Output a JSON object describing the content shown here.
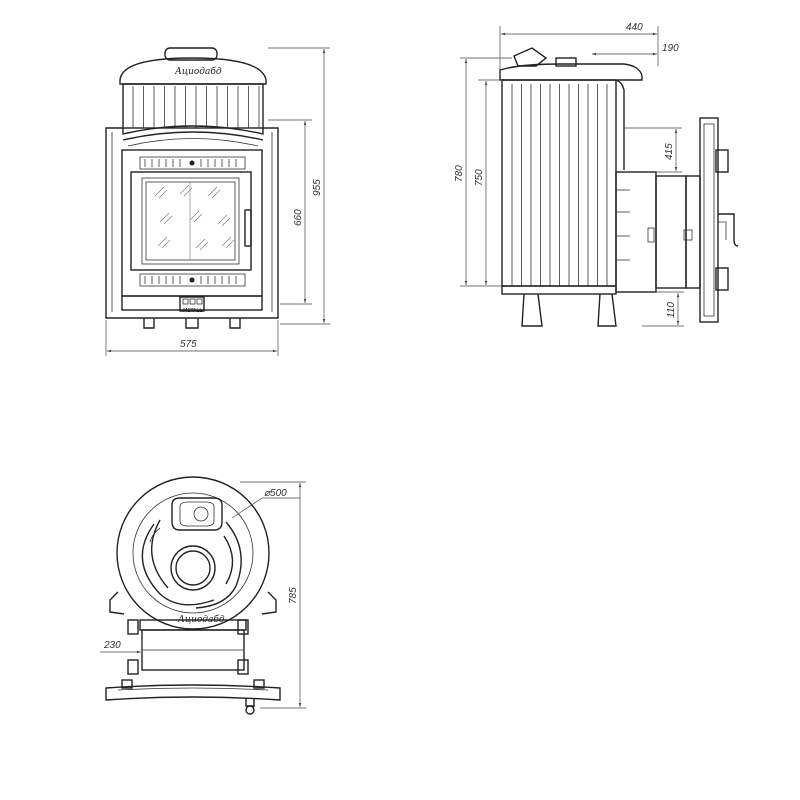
{
  "brand_logo": "Ациодабд",
  "vent_label": "METALL",
  "dimensions": {
    "front_width": "575",
    "front_height_total": "955",
    "front_height_door": "660",
    "side_depth": "440",
    "side_offset": "190",
    "side_height_780": "780",
    "side_height_750": "750",
    "side_tunnel": "415",
    "side_leg": "110",
    "top_diameter": "⌀500",
    "top_depth": "785",
    "top_tunnel_width": "230"
  }
}
